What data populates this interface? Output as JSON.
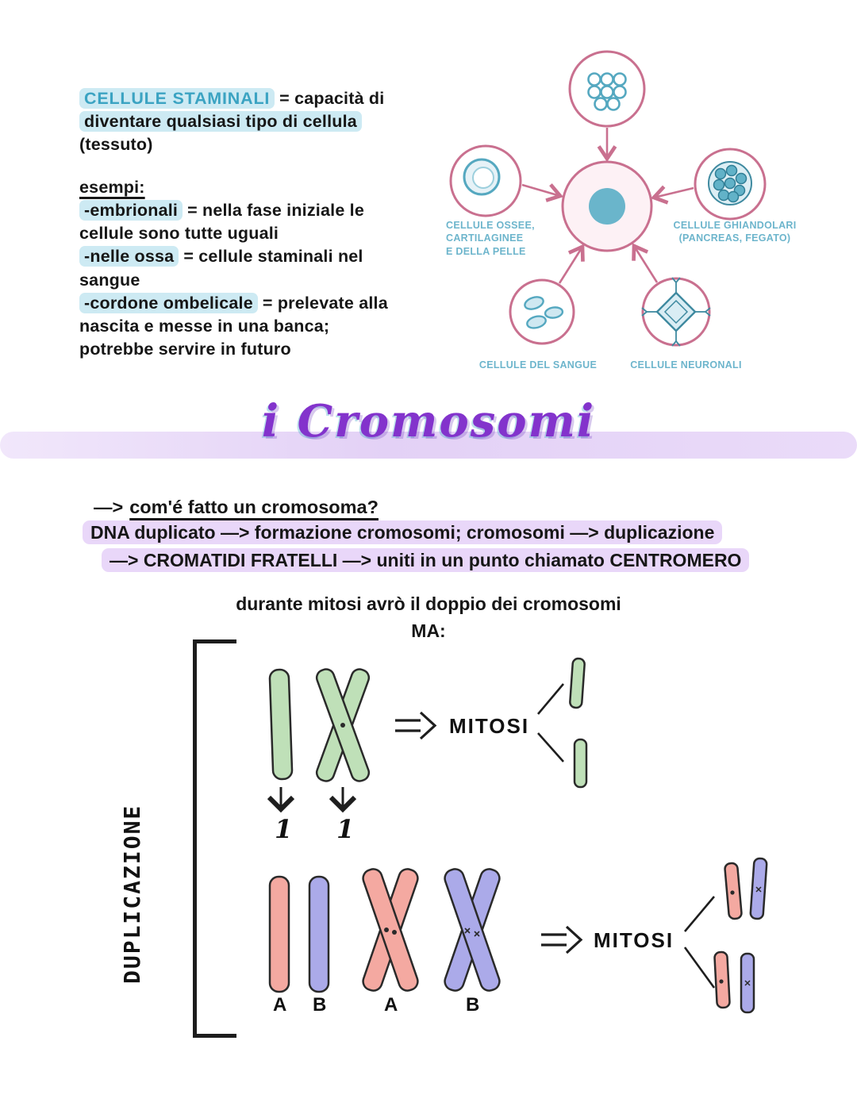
{
  "colors": {
    "teal_accent": "#3ba3c2",
    "highlight_blue": "#cdeaf3",
    "highlight_purple": "#e9d7f9",
    "banner_purple": "#e3d1f6",
    "title_purple": "#8333cc",
    "diagram_pink": "#c9708f",
    "diagram_teal": "#55a8c0",
    "chromosome_green": "#bfe0b8",
    "chromosome_pink": "#f4a9a1",
    "chromosome_violet": "#abaae9"
  },
  "stem_notes": {
    "term": "CELLULE STAMINALI",
    "def_rest": "= capacità di",
    "def_line2": "diventare qualsiasi tipo di cellula",
    "def_line3": "(tessuto)",
    "examples_label": "esempi:",
    "ex1_term": "-embrionali",
    "ex1_rest": "= nella fase iniziale le",
    "ex1_line2": "cellule sono tutte uguali",
    "ex2_term": "-nelle ossa",
    "ex2_rest": "= cellule staminali nel",
    "ex2_line2": "sangue",
    "ex3_term": "-cordone ombelicale",
    "ex3_rest": "= prelevate alla",
    "ex3_line2": "nascita e messe in una banca;",
    "ex3_line3": "potrebbe servire in futuro"
  },
  "stem_diagram": {
    "label_left": [
      "CELLULE OSSEE,",
      "CARTILAGINEE",
      "E DELLA PELLE"
    ],
    "label_right": [
      "CELLULE GHIANDOLARI",
      "(PANCREAS, FEGATO)"
    ],
    "label_bottom_left": "CELLULE DEL SANGUE",
    "label_bottom_right": "CELLULE NEURONALI"
  },
  "section_title": "i Cromosomi",
  "chromosomes": {
    "q_arrow": "—>",
    "q_text": "com'é fatto un cromosoma?",
    "hl_line1": "DNA duplicato —> formazione cromosomi; cromosomi —> duplicazione",
    "hl_line2": "—> CROMATIDI FRATELLI —> uniti in un punto chiamato CENTROMERO",
    "note": "durante mitosi avrò il doppio dei cromosomi",
    "ma": "MA:",
    "bracket_label": "DUPLICAZIONE",
    "mitosi1": "MITOSI",
    "mitosi2": "MITOSI",
    "count1": "1",
    "count2": "1",
    "labels_pair1": [
      "A",
      "B"
    ],
    "labels_pair2": [
      "A",
      "B"
    ]
  }
}
